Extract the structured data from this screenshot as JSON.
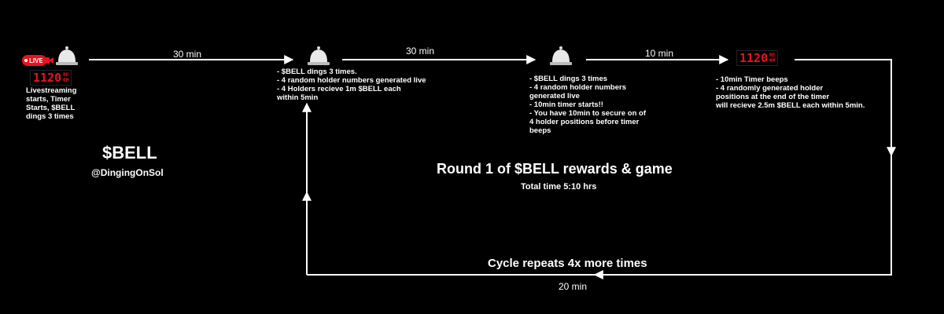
{
  "stages": [
    {
      "icons": [
        "live-badge-icon",
        "camera-icon",
        "bell-icon",
        "digital-clock-icon"
      ],
      "live_label": "LIVE",
      "clock": {
        "digits": "1120",
        "top": "RE",
        "bottom": "RM"
      },
      "lines": [
        "Livestreaming",
        "starts, Timer",
        "Starts, $BELL",
        "dings 3 times"
      ]
    },
    {
      "icons": [
        "bell-icon"
      ],
      "lines": [
        "- $BELL dings 3 times.",
        "- 4 random holder numbers generated live",
        "- 4 Holders recieve 1m $BELL each",
        "within 5min"
      ]
    },
    {
      "icons": [
        "bell-icon"
      ],
      "lines": [
        "- $BELL dings 3 times",
        "- 4 random holder numbers",
        "generated live",
        "- 10min timer starts!!",
        "- You have 10min to secure on of",
        "4 holder positions before timer",
        "beeps"
      ]
    },
    {
      "icons": [
        "digital-clock-icon"
      ],
      "clock": {
        "digits": "1120",
        "top": "RE",
        "bottom": "RM"
      },
      "lines": [
        "- 10min Timer beeps",
        "- 4 randomly generated holder",
        "positions at the end of the timer",
        "will recieve 2.5m $BELL each within 5min."
      ]
    }
  ],
  "transitions": [
    "30 min",
    "30 min",
    "10 min",
    "20 min"
  ],
  "brand": {
    "title": "$BELL",
    "handle": "@DingingOnSol"
  },
  "round": {
    "title": "Round 1 of $BELL rewards & game",
    "total": "Total time 5:10 hrs"
  },
  "cycle_note": "Cycle repeats 4x more times",
  "colors": {
    "background": "#000000",
    "foreground": "#ffffff",
    "clock_red": "#e8131c",
    "live_red": "#e8131c"
  }
}
